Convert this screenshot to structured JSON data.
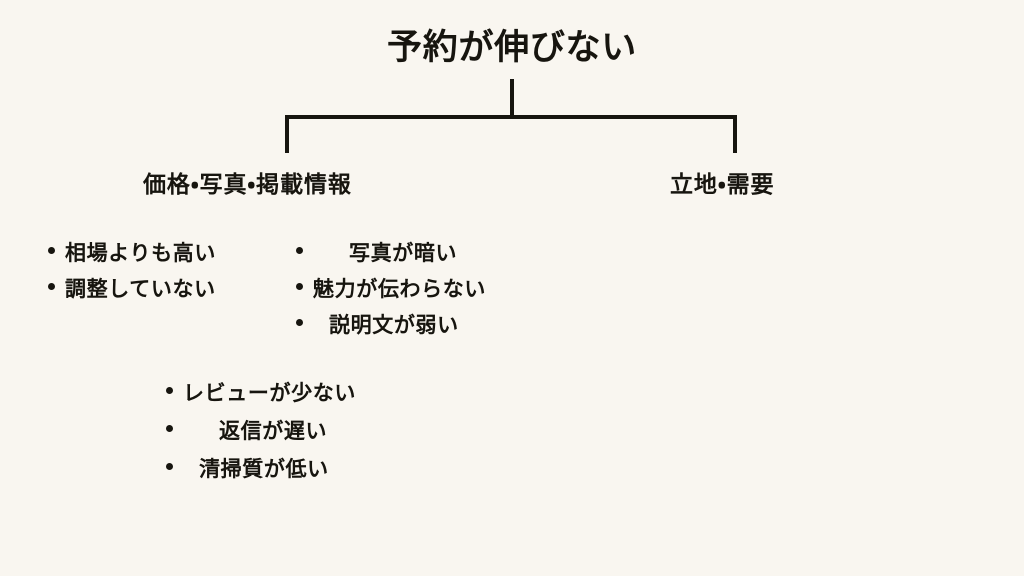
{
  "diagram": {
    "type": "tree",
    "background_color": "#f9f6f0",
    "text_color": "#17150f",
    "title": "予約が伸びない",
    "branches": [
      {
        "label": "価格・写真・掲載情報"
      },
      {
        "label": "立地・需要"
      }
    ],
    "groups": [
      {
        "name": "price",
        "items": [
          {
            "text": "相場よりも高い",
            "indent": "s"
          },
          {
            "text": "調整していない",
            "indent": "s"
          }
        ]
      },
      {
        "name": "photo",
        "items": [
          {
            "text": "写真が暗い",
            "indent": "l"
          },
          {
            "text": "魅力が伝わらない",
            "indent": "s"
          },
          {
            "text": "説明文が弱い",
            "indent": "m"
          }
        ]
      },
      {
        "name": "review",
        "items": [
          {
            "text": "レビューが少ない",
            "indent": "s"
          },
          {
            "text": "返信が遅い",
            "indent": "l"
          },
          {
            "text": "清掃質が低い",
            "indent": "m"
          }
        ]
      }
    ]
  }
}
